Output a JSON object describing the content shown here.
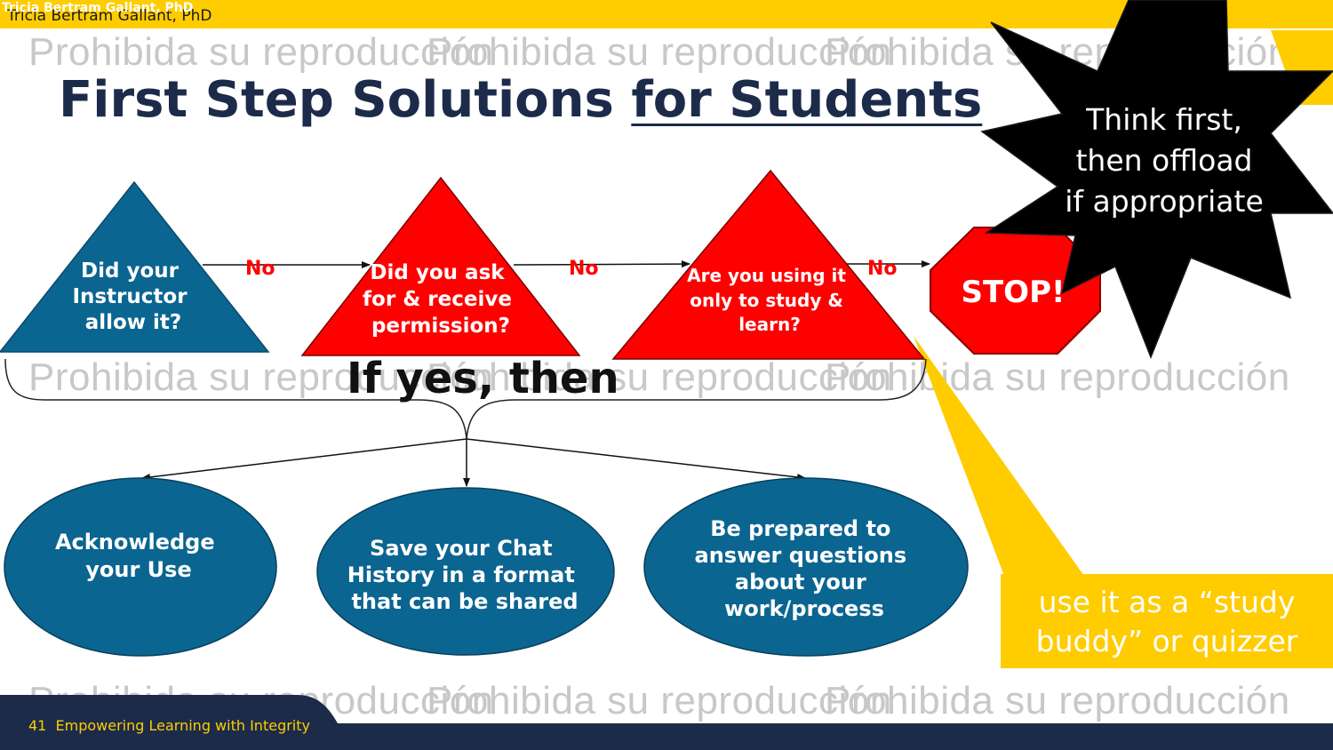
{
  "header": {
    "author": "Tricia Bertram Gallant, PhD",
    "author_overlay": "Tricia Bertram Gallant, PhD"
  },
  "watermark": {
    "text": "Prohibida su reproducción"
  },
  "title": {
    "part1": "First Step Solutions ",
    "part2": "for Students"
  },
  "flow": {
    "q1": [
      "Did your",
      "Instructor",
      "allow it?"
    ],
    "q2": [
      "Did you ask",
      "for & receive",
      "permission?"
    ],
    "q3": [
      "Are you using it",
      "only to study &",
      "learn?"
    ],
    "no_label": "No",
    "stop": "STOP!",
    "if_yes": "If yes, then",
    "outcome1": [
      "Acknowledge",
      "your Use"
    ],
    "outcome2": [
      "Save your Chat",
      "History in a format",
      "that can be shared"
    ],
    "outcome3": [
      "Be prepared to",
      "answer questions",
      "about your",
      "work/process"
    ]
  },
  "burst": {
    "lines": [
      "Think first,",
      "then offload",
      "if appropriate"
    ]
  },
  "callout": {
    "lines": [
      "use it as a “study",
      "buddy” or quizzer"
    ]
  },
  "footer": {
    "page_number": "41",
    "text": "Empowering Learning with Integrity"
  },
  "colors": {
    "brand_yellow": "#ffcc00",
    "navy": "#1c2b4a",
    "blue": "#0b6591",
    "red": "#ff0000"
  }
}
